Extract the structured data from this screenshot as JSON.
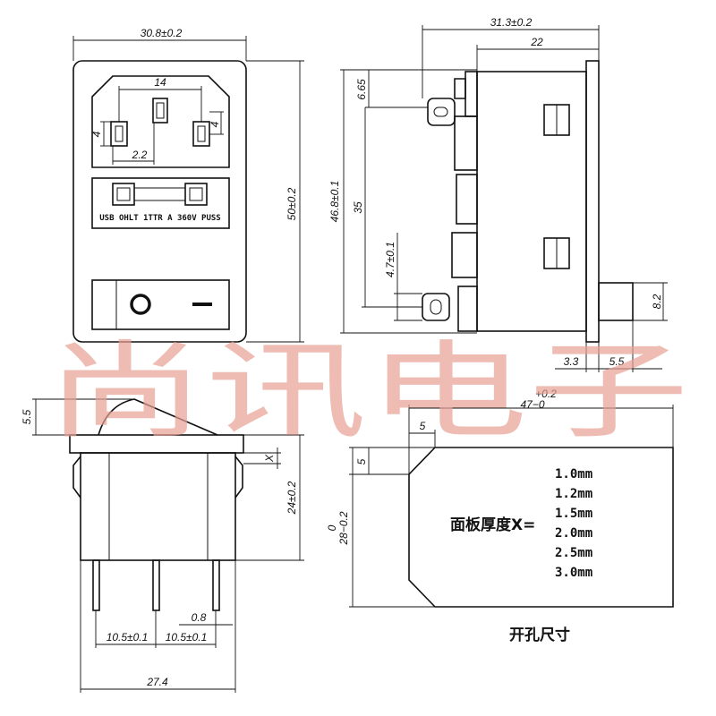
{
  "watermark": "尚讯电子",
  "front_view": {
    "width_dim": "30.8±0.2",
    "height_dim": "50±0.2",
    "pin_spacing": "14",
    "pin_left_size": "4",
    "pin_right_size": "4",
    "pin_offset": "2.2",
    "fuse_label": "USB OHLT 1TTR A 360V PUSS",
    "switch_off_symbol": "O",
    "switch_on_symbol": "—"
  },
  "side_view": {
    "depth_total": "31.3±0.2",
    "depth_body": "22",
    "height_total": "46.8±0.1",
    "tab_top_offset": "6.65",
    "tab_spacing": "35",
    "tab_offset": "4.7±0.1",
    "tab_height": "8.2",
    "tab_pos_a": "3.3",
    "tab_pos_b": "5.5"
  },
  "bottom_view": {
    "rocker_height": "5.5",
    "panel_thickness": "X",
    "body_height": "24±0.2",
    "pin_spacing_left": "10.5±0.1",
    "pin_spacing_right": "10.5±0.1",
    "pin_width": "0.8",
    "total_width": "27.4"
  },
  "cutout": {
    "width_tol": "+0.2",
    "width_dim": "47−0",
    "height_dim": "28−0.2",
    "height_tol": "0",
    "chamfer_h": "5",
    "chamfer_v": "5",
    "thickness_label": "面板厚度X=",
    "thickness_options": [
      "1.0mm",
      "1.2mm",
      "1.5mm",
      "2.0mm",
      "2.5mm",
      "3.0mm"
    ],
    "caption": "开孔尺寸"
  }
}
